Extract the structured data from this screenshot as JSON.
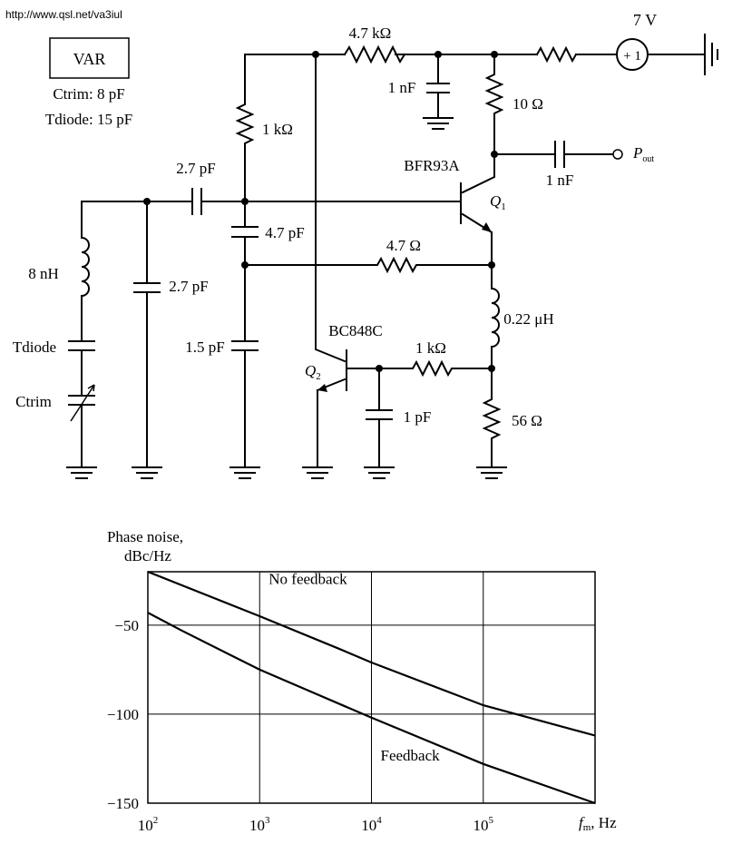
{
  "source_url": "http://www.qsl.net/va3iul",
  "var_box": {
    "label": "VAR",
    "ctrim": "Ctrim: 8 pF",
    "tdiode": "Tdiode: 15 pF"
  },
  "supply": {
    "voltage": "7 V",
    "sign": "+ 1"
  },
  "components": {
    "r_4k7": "4.7 kΩ",
    "c_1nf_dec": "1 nF",
    "r_10": "10 Ω",
    "r_1k_bias": "1 kΩ",
    "c_2p7_series": "2.7 pF",
    "q1_part": "BFR93A",
    "q1_label": "Q",
    "q1_sub": "1",
    "c_1nf_out": "1 nF",
    "pout_label": "P",
    "pout_sub": "out",
    "c_4p7": "4.7 pF",
    "r_4r7": "4.7 Ω",
    "l_8nh": "8 nH",
    "c_2p7_shunt": "2.7 pF",
    "l_022uh": "0.22 μH",
    "tdiode": "Tdiode",
    "q2_part": "BC848C",
    "r_1k_q2": "1 kΩ",
    "c_1p5": "1.5 pF",
    "q2_label": "Q",
    "q2_sub": "2",
    "ctrim": "Ctrim",
    "c_1pf": "1 pF",
    "r_56": "56 Ω"
  },
  "chart_data": {
    "type": "line",
    "ylabel_line1": "Phase noise,",
    "ylabel_line2": "dBc/Hz",
    "xlabel_main": "f",
    "xlabel_sub": "m",
    "xlabel_unit": ", Hz",
    "x_scale": "log",
    "xlim": [
      100,
      1000000
    ],
    "ylim": [
      -150,
      -20
    ],
    "yticks": [
      {
        "value": -50,
        "label": "−50"
      },
      {
        "value": -100,
        "label": "−100"
      },
      {
        "value": -150,
        "label": "−150"
      }
    ],
    "xticks": [
      {
        "value": 100,
        "base": "10",
        "exp": "2"
      },
      {
        "value": 1000,
        "base": "10",
        "exp": "3"
      },
      {
        "value": 10000,
        "base": "10",
        "exp": "4"
      },
      {
        "value": 100000,
        "base": "10",
        "exp": "5"
      }
    ],
    "grid": true,
    "series": [
      {
        "name": "No feedback",
        "x": [
          100,
          1000,
          5000,
          10000,
          100000,
          1000000
        ],
        "y": [
          -20,
          -45,
          -63,
          -71,
          -95,
          -112
        ]
      },
      {
        "name": "Feedback",
        "x": [
          100,
          200,
          1000,
          10000,
          100000,
          1000000
        ],
        "y": [
          -43,
          -53,
          -75,
          -102,
          -128,
          -150
        ]
      }
    ]
  }
}
